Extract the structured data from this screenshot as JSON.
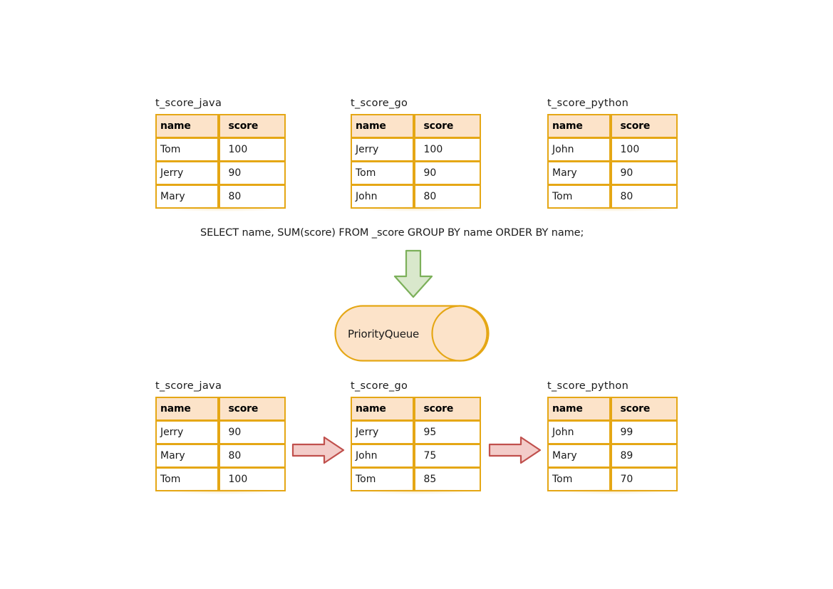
{
  "diagram": {
    "title_top_left": "t_score_java",
    "title_top_mid": "t_score_go",
    "title_top_right": "t_score_python",
    "title_bottom_left": "t_score_java",
    "title_bottom_mid": "t_score_go",
    "title_bottom_right": "t_score_python",
    "sql": "SELECT name, SUM(score) FROM _score GROUP BY name ORDER BY name;",
    "queue_label": "PriorityQueue",
    "columns": [
      "name",
      "score"
    ],
    "colors": {
      "table_border": "#e5a715",
      "header_fill": "#fce3c9",
      "row_fill": "#ffffff",
      "green_arrow_fill": "#d9e8cc",
      "green_arrow_stroke": "#7cb05a",
      "red_arrow_fill": "#f3ccc9",
      "red_arrow_stroke": "#c0504d",
      "cylinder_fill": "#fce3c9",
      "cylinder_stroke": "#e5a715",
      "text": "#1a1a1a",
      "background": "#ffffff"
    }
  },
  "tables": {
    "top_java": {
      "title": "t_score_java",
      "headers": [
        "name",
        "score"
      ],
      "rows": [
        {
          "name": "Tom",
          "score": "100"
        },
        {
          "name": "Jerry",
          "score": "90"
        },
        {
          "name": "Mary",
          "score": "80"
        }
      ]
    },
    "top_go": {
      "title": "t_score_go",
      "headers": [
        "name",
        "score"
      ],
      "rows": [
        {
          "name": "Jerry",
          "score": "100"
        },
        {
          "name": "Tom",
          "score": "90"
        },
        {
          "name": "John",
          "score": "80"
        }
      ]
    },
    "top_python": {
      "title": "t_score_python",
      "headers": [
        "name",
        "score"
      ],
      "rows": [
        {
          "name": "John",
          "score": "100"
        },
        {
          "name": "Mary",
          "score": "90"
        },
        {
          "name": "Tom",
          "score": "80"
        }
      ]
    },
    "bottom_java": {
      "title": "t_score_java",
      "headers": [
        "name",
        "score"
      ],
      "rows": [
        {
          "name": "Jerry",
          "score": "90"
        },
        {
          "name": "Mary",
          "score": "80"
        },
        {
          "name": "Tom",
          "score": "100"
        }
      ]
    },
    "bottom_go": {
      "title": "t_score_go",
      "headers": [
        "name",
        "score"
      ],
      "rows": [
        {
          "name": "Jerry",
          "score": "95"
        },
        {
          "name": "John",
          "score": "75"
        },
        {
          "name": "Tom",
          "score": "85"
        }
      ]
    },
    "bottom_python": {
      "title": "t_score_python",
      "headers": [
        "name",
        "score"
      ],
      "rows": [
        {
          "name": "John",
          "score": "99"
        },
        {
          "name": "Mary",
          "score": "89"
        },
        {
          "name": "Tom",
          "score": "70"
        }
      ]
    }
  }
}
